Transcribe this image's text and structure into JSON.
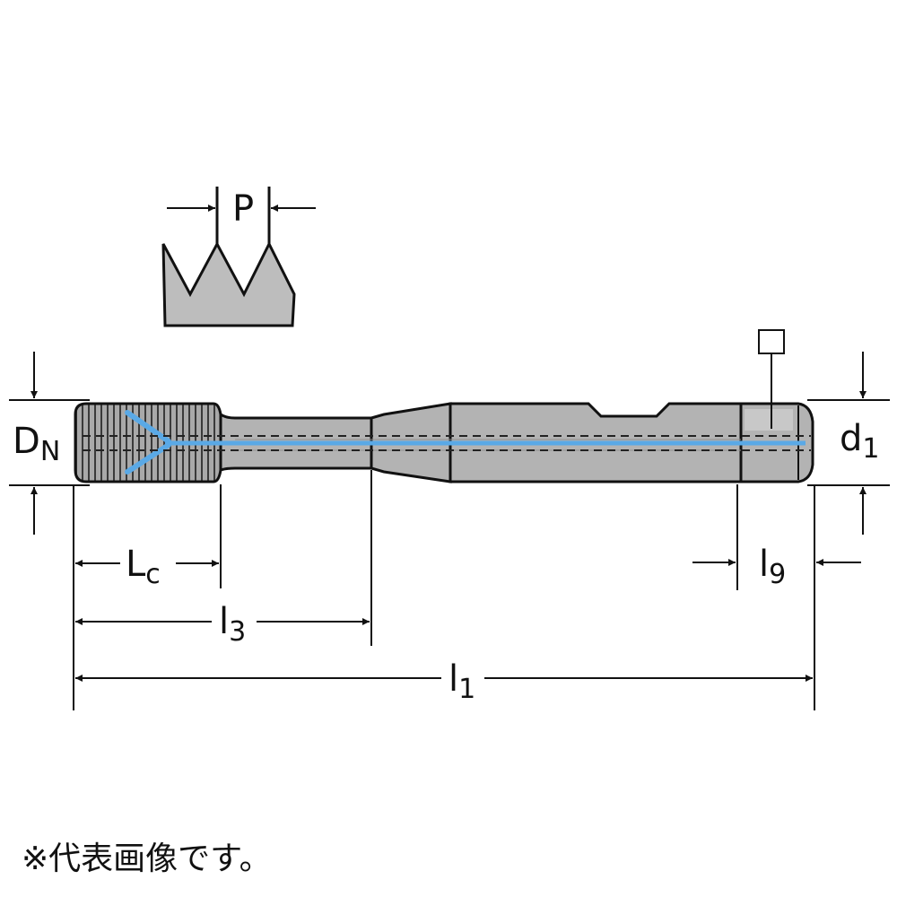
{
  "labels": {
    "pitch": "P",
    "nominal_diameter_main": "D",
    "nominal_diameter_sub": "N",
    "shank_diameter_main": "d",
    "shank_diameter_sub": "1",
    "chamfer_length_main": "L",
    "chamfer_length_sub": "c",
    "neck_length_main": "l",
    "neck_length_sub": "3",
    "overall_length_main": "l",
    "overall_length_sub": "1",
    "square_length_main": "l",
    "square_length_sub": "9"
  },
  "caption": "※代表画像です。",
  "colors": {
    "body": "#b3b3b3",
    "body_dark": "#8f8f8f",
    "outline": "#111111",
    "coolant": "#5aa9e6"
  }
}
